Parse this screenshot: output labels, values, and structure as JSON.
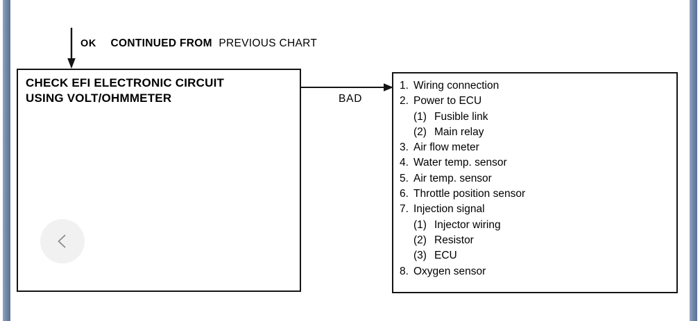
{
  "document": {
    "type": "flow-chart",
    "title": "EFI electronic circuit diagnostic chart"
  },
  "header": {
    "ok_label": "OK",
    "continued_label": "CONTINUED FROM",
    "previous_chart_label": "PREVIOUS CHART"
  },
  "left_box": {
    "title": "CHECK EFI ELECTRONIC CIRCUIT\nUSING VOLT/OHMMETER"
  },
  "connector": {
    "label": "BAD"
  },
  "right_box": {
    "items": [
      {
        "num": "1.",
        "text": "Wiring connection",
        "sub": false
      },
      {
        "num": "2.",
        "text": "Power to ECU",
        "sub": false
      },
      {
        "num": "(1)",
        "text": "Fusible link",
        "sub": true
      },
      {
        "num": "(2)",
        "text": "Main relay",
        "sub": true
      },
      {
        "num": "3.",
        "text": "Air flow meter",
        "sub": false
      },
      {
        "num": "4.",
        "text": "Water temp. sensor",
        "sub": false
      },
      {
        "num": "5.",
        "text": "Air temp. sensor",
        "sub": false
      },
      {
        "num": "6.",
        "text": "Throttle position sensor",
        "sub": false
      },
      {
        "num": "7.",
        "text": "Injection signal",
        "sub": false
      },
      {
        "num": "(1)",
        "text": "Injector wiring",
        "sub": true
      },
      {
        "num": "(2)",
        "text": "Resistor",
        "sub": true
      },
      {
        "num": "(3)",
        "text": "ECU",
        "sub": true
      },
      {
        "num": "8.",
        "text": "Oxygen sensor",
        "sub": false
      }
    ]
  },
  "viewer": {
    "prev_button_icon": "chevron-left-icon"
  },
  "colors": {
    "rail": "#6d85a7",
    "ink": "#141414",
    "page": "#ffffff",
    "nav_button_bg": "rgba(235,235,235,0.72)",
    "nav_chevron": "#8a8a8a"
  }
}
